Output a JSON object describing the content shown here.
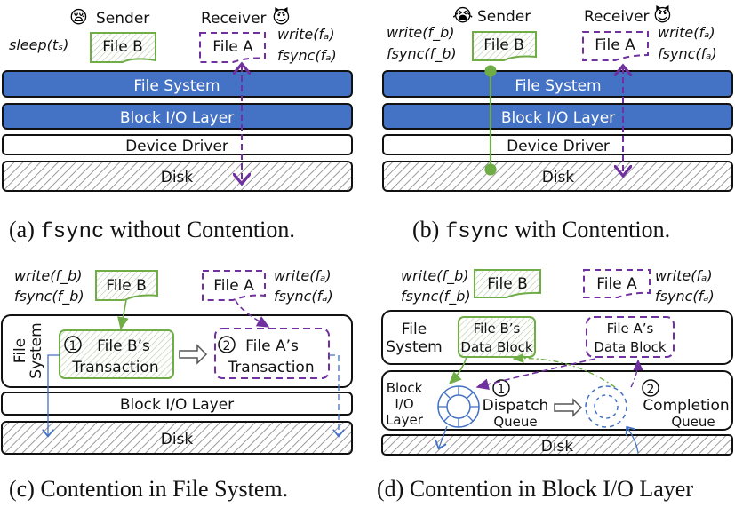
{
  "colors": {
    "layer_blue": "#4472C4",
    "green": "#70AD47",
    "purple": "#7030A0",
    "queue_blue": "#4472C4",
    "border": "#111111"
  },
  "panels": {
    "a": {
      "caption_prefix": "(a) ",
      "caption_code": "fsync",
      "caption_rest": " without Contention.",
      "sender_label": "Sender",
      "sender_emoji": "😪",
      "receiver_label": "Receiver",
      "receiver_emoji": "😈",
      "sender_op": "sleep(tₛ)",
      "file_b": "File B",
      "file_a": "File A",
      "recv_op1": "write(fₐ)",
      "recv_op2": "fsync(fₐ)",
      "layers": [
        "File System",
        "Block I/O Layer",
        "Device Driver",
        "Disk"
      ]
    },
    "b": {
      "caption_prefix": "(b) ",
      "caption_code": "fsync",
      "caption_rest": " with Contention.",
      "sender_label": "Sender",
      "sender_emoji": "😭",
      "receiver_label": "Receiver",
      "receiver_emoji": "😈",
      "send_op1": "write(f_b)",
      "send_op2": "fsync(f_b)",
      "file_b": "File B",
      "file_a": "File A",
      "recv_op1": "write(fₐ)",
      "recv_op2": "fsync(fₐ)",
      "layers": [
        "File System",
        "Block I/O Layer",
        "Device Driver",
        "Disk"
      ]
    },
    "c": {
      "caption": "(c) Contention in File System.",
      "send_op1": "write(f_b)",
      "send_op2": "fsync(f_b)",
      "file_b": "File B",
      "file_a": "File A",
      "recv_op1": "write(fₐ)",
      "recv_op2": "fsync(fₐ)",
      "fs_label_1": "File",
      "fs_label_2": "System",
      "tx_b_num": "1",
      "tx_b_1": "File B’s",
      "tx_b_2": "Transaction",
      "tx_a_num": "2",
      "tx_a_1": "File A’s",
      "tx_a_2": "Transaction",
      "block_layer": "Block I/O Layer",
      "disk": "Disk"
    },
    "d": {
      "caption": "(d) Contention in Block I/O Layer",
      "send_op1": "write(f_b)",
      "send_op2": "fsync(f_b)",
      "file_b": "File B",
      "file_a": "File A",
      "recv_op1": "write(fₐ)",
      "recv_op2": "fsync(fₐ)",
      "fs_label_1": "File",
      "fs_label_2": "System",
      "db_b_1": "File B’s",
      "db_b_2": "Data Block",
      "db_a_1": "File A’s",
      "db_a_2": "Data Block",
      "bio_1": "Block",
      "bio_2": "I/O",
      "bio_3": "Layer",
      "dq_num": "1",
      "dq_1": "Dispatch",
      "dq_2": "Queue",
      "cq_num": "2",
      "cq_1": "Completion",
      "cq_2": "Queue",
      "disk": "Disk"
    }
  }
}
